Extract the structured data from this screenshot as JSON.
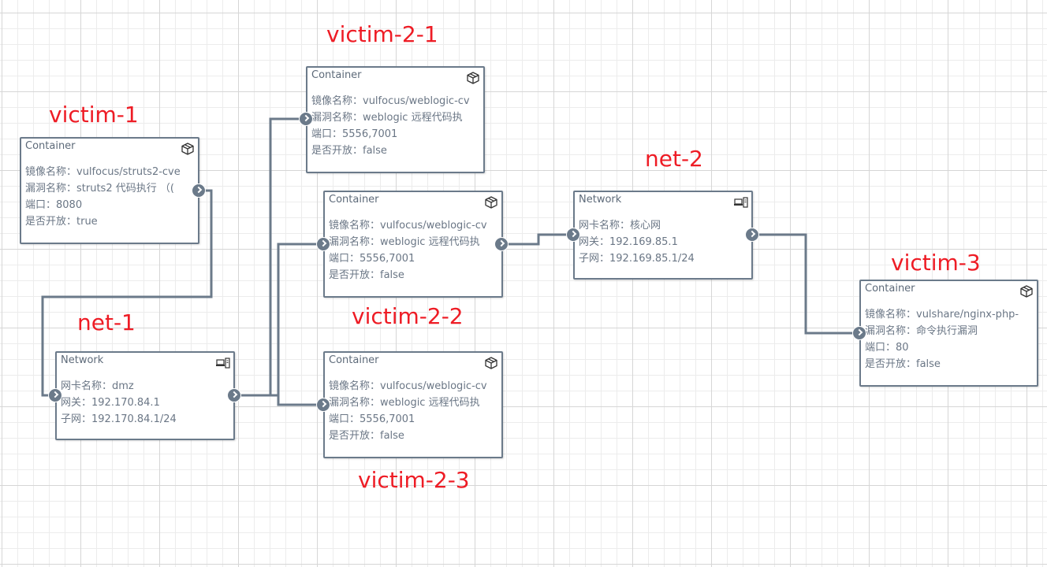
{
  "labels": {
    "victim_1": "victim-1",
    "victim_2_1": "victim-2-1",
    "victim_2_2": "victim-2-2",
    "victim_2_3": "victim-2-3",
    "victim_3": "victim-3",
    "net_1": "net-1",
    "net_2": "net-2"
  },
  "nodes": {
    "victim_1": {
      "title": "Container",
      "icon": "package-icon",
      "rows": [
        "镜像名称：vulfocus/struts2-cve",
        "漏洞名称：struts2 代码执行 （(",
        "端口：8080",
        "是否开放：true"
      ]
    },
    "victim_2_1": {
      "title": "Container",
      "icon": "package-icon",
      "rows": [
        "镜像名称：vulfocus/weblogic-cv",
        "漏洞名称：weblogic 远程代码执",
        "端口：5556,7001",
        "是否开放：false"
      ]
    },
    "victim_2_2": {
      "title": "Container",
      "icon": "package-icon",
      "rows": [
        "镜像名称：vulfocus/weblogic-cv",
        "漏洞名称：weblogic 远程代码执",
        "端口：5556,7001",
        "是否开放：false"
      ]
    },
    "victim_2_3": {
      "title": "Container",
      "icon": "package-icon",
      "rows": [
        "镜像名称：vulfocus/weblogic-cv",
        "漏洞名称：weblogic 远程代码执",
        "端口：5556,7001",
        "是否开放：false"
      ]
    },
    "victim_3": {
      "title": "Container",
      "icon": "package-icon",
      "rows": [
        "镜像名称：vulshare/nginx-php-",
        "漏洞名称：命令执行漏洞",
        "端口：80",
        "是否开放：false"
      ]
    },
    "net_1": {
      "title": "Network",
      "icon": "network-icon",
      "rows": [
        "网卡名称：dmz",
        "网关：192.170.84.1",
        "子网：192.170.84.1/24"
      ]
    },
    "net_2": {
      "title": "Network",
      "icon": "network-icon",
      "rows": [
        "网卡名称：核心网",
        "网关：192.169.85.1",
        "子网：192.169.85.1/24"
      ]
    }
  },
  "colors": {
    "wire": "#6b7a8a",
    "annotation": "#ee1c25",
    "grid": "#d6d6d6"
  }
}
